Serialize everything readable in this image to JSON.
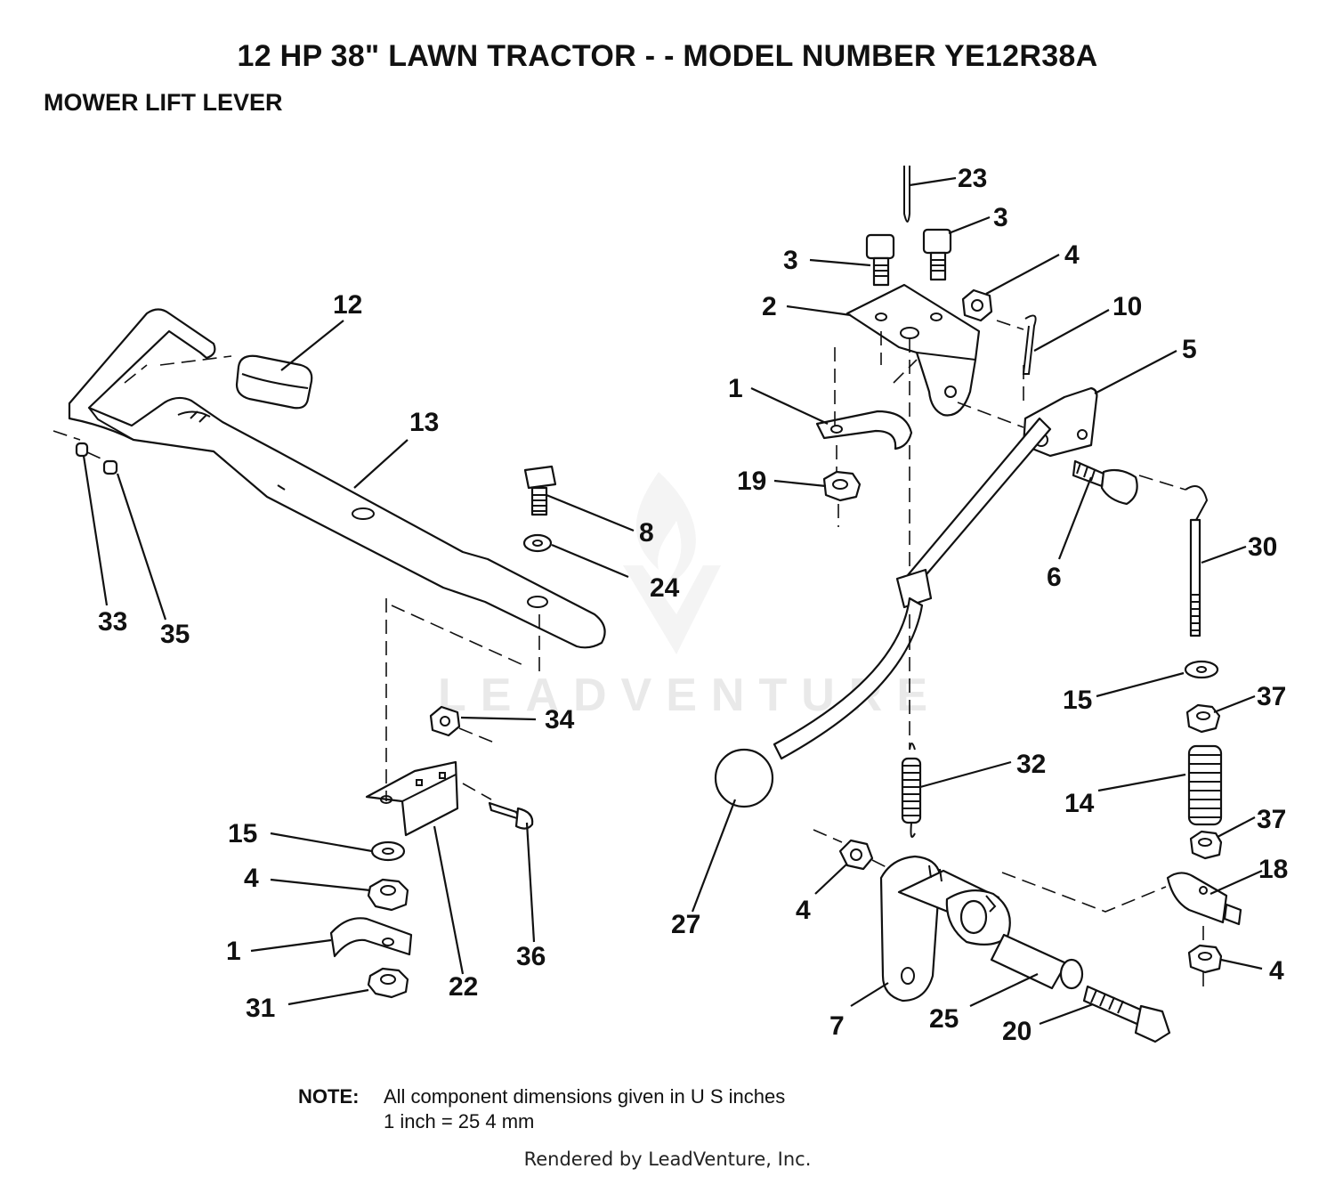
{
  "header": {
    "title": "12 HP 38\" LAWN TRACTOR - - MODEL NUMBER YE12R38A",
    "subtitle": "MOWER LIFT LEVER"
  },
  "watermark": {
    "text": "LEADVENTURE"
  },
  "callouts": [
    "23",
    "3",
    "3",
    "4",
    "2",
    "10",
    "5",
    "1",
    "19",
    "6",
    "30",
    "15",
    "37",
    "14",
    "37",
    "18",
    "4",
    "32",
    "27",
    "4",
    "7",
    "25",
    "20",
    "12",
    "13",
    "8",
    "24",
    "33",
    "35",
    "34",
    "15",
    "4",
    "1",
    "31",
    "22",
    "36"
  ],
  "note": {
    "label": "NOTE:",
    "line1": "All component dimensions given in U S  inches",
    "line2": "1 inch = 25 4 mm"
  },
  "footer": {
    "text": "Rendered by LeadVenture, Inc."
  }
}
